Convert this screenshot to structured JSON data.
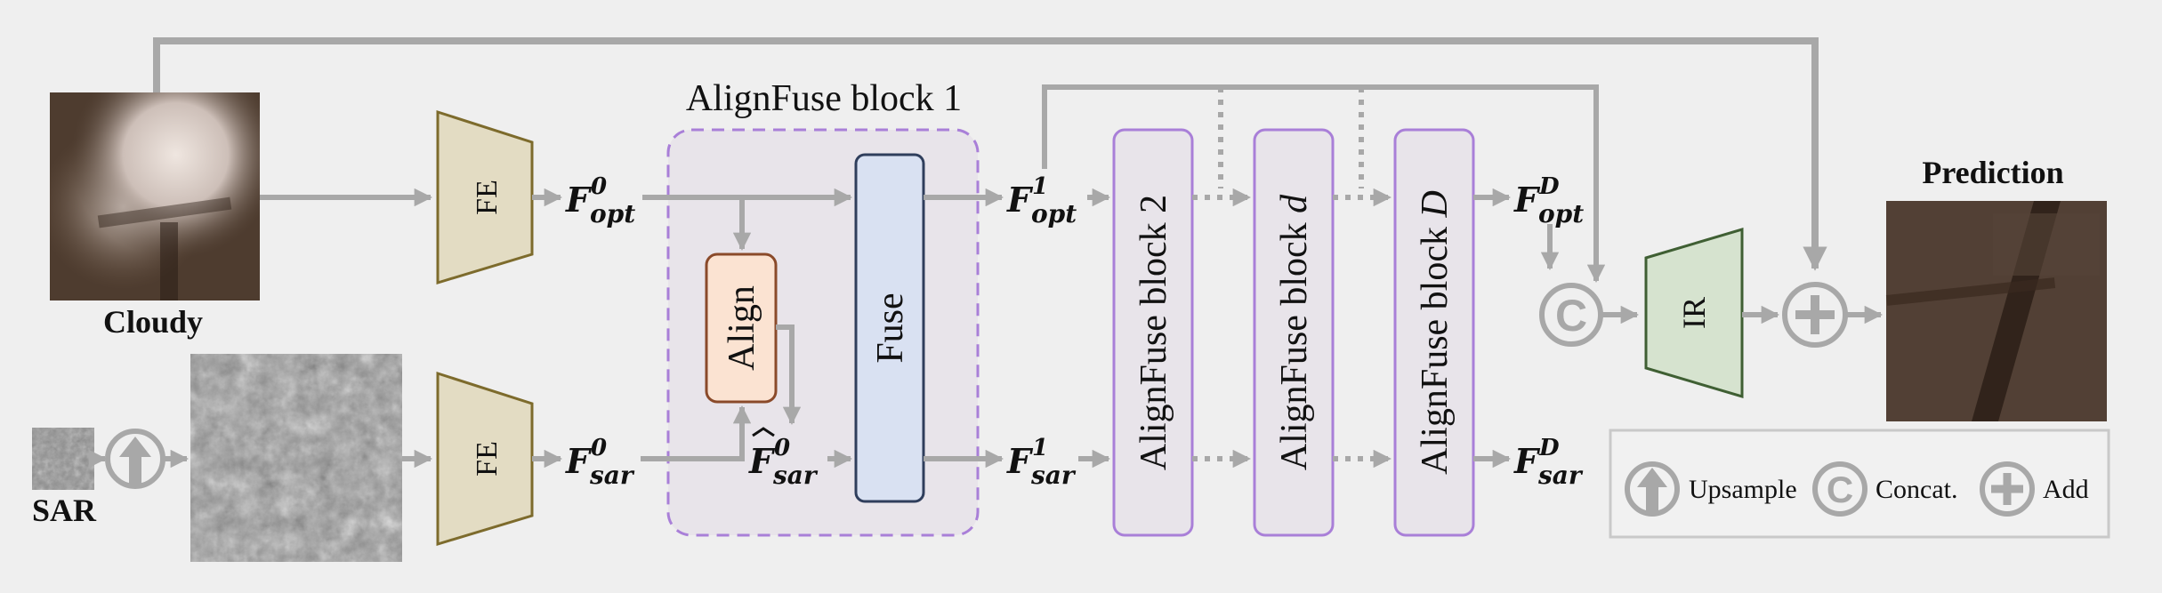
{
  "inputs": {
    "cloudy_label": "Cloudy",
    "sar_label": "SAR",
    "prediction_label": "Prediction"
  },
  "modules": {
    "fe_top": "FE",
    "fe_bottom": "FE",
    "align": "Align",
    "fuse": "Fuse",
    "ir": "IR",
    "block1_title": "AlignFuse block 1",
    "block2": "AlignFuse block 2",
    "blockd_prefix": "AlignFuse block ",
    "blockd_var": "d",
    "blockD_prefix": "AlignFuse block ",
    "blockD_var": "D"
  },
  "features": {
    "F": "F",
    "opt": "opt",
    "sar": "sar",
    "sup0": "0",
    "sup1": "1",
    "supD": "D"
  },
  "legend": {
    "upsample": "Upsample",
    "concat": "Concat.",
    "add": "Add"
  },
  "colors": {
    "arrow": "#a8a8a8",
    "fe_fill": "#e3dcc3",
    "fe_stroke": "#7d6b2c",
    "align_fill": "#fbe3d2",
    "align_stroke": "#8a4a2a",
    "fuse_fill": "#d9e1f2",
    "fuse_stroke": "#2f3e5c",
    "block_stroke": "#a97fd8",
    "ir_fill": "#d6e3cf",
    "ir_stroke": "#3f5f33"
  }
}
